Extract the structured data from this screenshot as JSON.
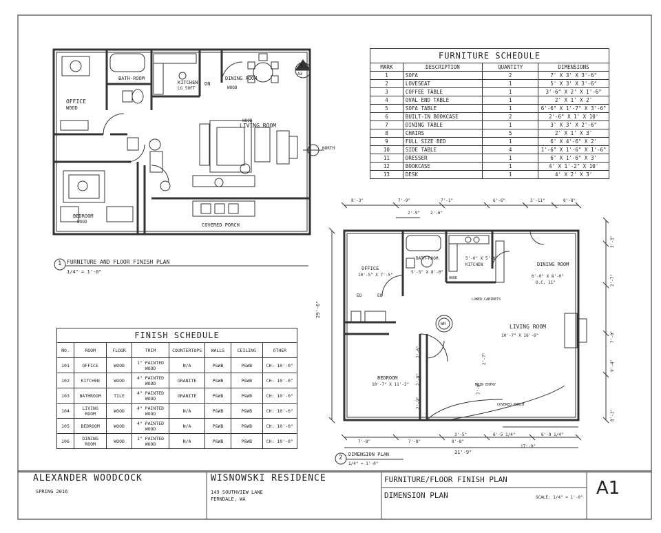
{
  "plan1": {
    "number": "1",
    "title": "FURNITURE AND FLOOR FINISH PLAN",
    "scale": "1/4\" = 1'-0\"",
    "north": "NORTH",
    "section_marker_top": "8",
    "section_marker_bottom": "A3",
    "rooms": {
      "office": "OFFICE",
      "office_code": "WOOD",
      "bath": "BATH-ROOM",
      "kitchen": "KITCHEN",
      "kitchen_code": "LG 50FT",
      "dn": "DN",
      "dining": "DINING ROOM",
      "dining_code": "WOOD",
      "living": "LIVING ROOM",
      "living_code": "WOOD",
      "bedroom": "BEDROOM",
      "bedroom_code": "WOOD",
      "porch": "COVERED PORCH"
    }
  },
  "plan2": {
    "number": "2",
    "title": "DIMENSION PLAN",
    "scale": "1/4\" = 1'-0\"",
    "rooms": {
      "office": "OFFICE",
      "office_dim": "10'-5\" X 7'-5\"",
      "bath": "BATH-ROOM",
      "bath_dim": "5'-5\" X 8'-0\"",
      "kitchen": "KITCHEN",
      "kitchen_dim": "5'-0\" X 5'-0\"",
      "dining": "DINING ROOM",
      "dining_dim": "6'-0\" X 8'-0\"",
      "dining_note": "O.C. 11\"",
      "living": "LIVING ROOM",
      "living_dim": "10'-7\" X 16'-6\"",
      "bedroom": "BEDROOM",
      "bedroom_dim": "10'-7\" X 11'-2\"",
      "hood": "HOOD",
      "lower_cabinets": "LOWER CABINETS",
      "main_entry": "MAIN ENTRY",
      "covered_porch": "COVERED PORCH",
      "wh": "WH",
      "eq1": "EQ",
      "eq2": "EQ"
    },
    "dims_top": [
      "8'-3\"",
      "7'-9\"",
      "7'-1\"",
      "6'-6\"",
      "3'-11\"",
      "8'-8\""
    ],
    "dims_top2": [
      "2'-9\"",
      "2'-6\""
    ],
    "dims_bottom": [
      "7'-8\"",
      "7'-8\"",
      "8'-8\"",
      "6'-5 1/4\"",
      "6'-9 1/4\""
    ],
    "dims_bottom2": [
      "3'-5\"",
      "17'-9\""
    ],
    "overall_width": "31'-9\"",
    "overall_depth": "29'-6\"",
    "dims_right": [
      "3'-3\"",
      "2'-7\"",
      "7'-0\"",
      "9'-4\"",
      "8'-3\""
    ],
    "dims_interior": [
      "7'-9\"",
      "2'-7\"",
      "2'-9\"",
      "2'-8\"",
      "2'-6\""
    ]
  },
  "furniture_schedule": {
    "title": "FURNITURE SCHEDULE",
    "headers": [
      "MARK",
      "DESCRIPTION",
      "QUANTITY",
      "DIMENSIONS"
    ],
    "rows": [
      [
        "1",
        "SOFA",
        "2",
        "7' X 3' X 3'-6\""
      ],
      [
        "2",
        "LOVESEAT",
        "1",
        "5' X 3' X 3'-6\""
      ],
      [
        "3",
        "COFFEE TABLE",
        "1",
        "3'-6\" X 2' X 1'-6\""
      ],
      [
        "4",
        "OVAL END TABLE",
        "1",
        "2' X 1' X 2'"
      ],
      [
        "5",
        "SOFA TABLE",
        "1",
        "6'-6\" X 1'-7\" X 3'-6\""
      ],
      [
        "6",
        "BUILT-IN BOOKCASE",
        "2",
        "2'-6\" X 1' X 10'"
      ],
      [
        "7",
        "DINING TABLE",
        "1",
        "3' X 3' X 2'-6\""
      ],
      [
        "8",
        "CHAIRS",
        "5",
        "2' X 1' X 3'"
      ],
      [
        "9",
        "FULL SIZE BED",
        "1",
        "6' X 4'-6\" X 2'"
      ],
      [
        "10",
        "SIDE TABLE",
        "4",
        "1'-6\" X 1'-6\" X 1'-6\""
      ],
      [
        "11",
        "DRESSER",
        "1",
        "6' X 1'-6\" X 3'"
      ],
      [
        "12",
        "BOOKCASE",
        "1",
        "4' X 1'-2\" X 10'"
      ],
      [
        "13",
        "DESK",
        "1",
        "4' X 2' X 3'"
      ]
    ]
  },
  "finish_schedule": {
    "title": "FINISH SCHEDULE",
    "headers": [
      "NO.",
      "ROOM",
      "FLOOR",
      "TRIM",
      "COUNTERTOPS",
      "WALLS",
      "CEILING",
      "OTHER"
    ],
    "rows": [
      [
        "101",
        "OFFICE",
        "WOOD",
        "1\" PAINTED WOOD",
        "N/A",
        "P&WB",
        "P&WB",
        "CH: 10'-0\""
      ],
      [
        "102",
        "KITCHEN",
        "WOOD",
        "4\" PAINTED WOOD",
        "GRANITE",
        "P&WB",
        "P&WB",
        "CH: 10'-0\""
      ],
      [
        "103",
        "BATHROOM",
        "TILE",
        "4\" PAINTED WOOD",
        "GRANITE",
        "P&WB",
        "P&WB",
        "CH: 10'-0\""
      ],
      [
        "104",
        "LIVING ROOM",
        "WOOD",
        "4\" PAINTED WOOD",
        "N/A",
        "P&WB",
        "P&WB",
        "CH: 10'-0\""
      ],
      [
        "105",
        "BEDROOM",
        "WOOD",
        "4\" PAINTED WOOD",
        "N/A",
        "P&WB",
        "P&WB",
        "CH: 10'-0\""
      ],
      [
        "106",
        "DINING ROOM",
        "WOOD",
        "1\" PAINTED WOOD",
        "N/A",
        "P&WB",
        "P&WB",
        "CH: 10'-0\""
      ]
    ]
  },
  "title_block": {
    "author": "ALEXANDER WOODCOCK",
    "term": "SPRING 2016",
    "project": "WISNOWSKI RESIDENCE",
    "address_line1": "149 SOUTHVIEW LANE",
    "address_line2": "FERNDALE, WA",
    "sheet_title1": "FURNITURE/FLOOR FINISH PLAN",
    "sheet_title2": "DIMENSION PLAN",
    "scale": "SCALE: 1/4\" = 1'-0\"",
    "sheet_number": "A1"
  }
}
